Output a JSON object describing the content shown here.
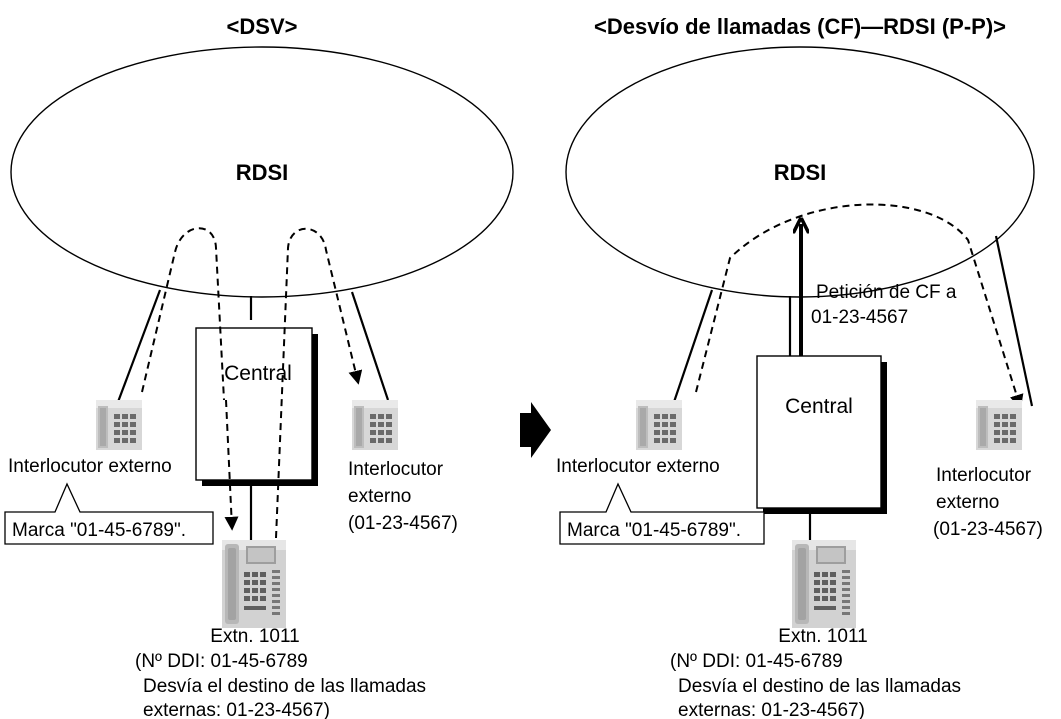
{
  "left": {
    "title": "<DSV>",
    "network": "RDSI",
    "pbx": "Central",
    "caller_label": "Interlocutor externo",
    "caller_action": "Marca \"01-45-6789\".",
    "dest_label_line1": "Interlocutor",
    "dest_label_line2": "externo",
    "dest_label_line3": "(01-23-4567)",
    "ext_line1": "Extn. 1011",
    "ext_line2": "(Nº DDI: 01-45-6789",
    "ext_line3": "Desvía el destino de las llamadas",
    "ext_line4": "externas: 01-23-4567)"
  },
  "right": {
    "title": "<Desvío de llamadas (CF)—RDSI (P-P)>",
    "network": "RDSI",
    "pbx": "Central",
    "request_line1": "Petición de CF a",
    "request_line2": "01-23-4567",
    "caller_label": "Interlocutor externo",
    "caller_action": "Marca \"01-45-6789\".",
    "dest_label_line1": "Interlocutor",
    "dest_label_line2": "externo",
    "dest_label_line3": "(01-23-4567)",
    "ext_line1": "Extn. 1011",
    "ext_line2": "(Nº DDI: 01-45-6789",
    "ext_line3": "Desvía el destino de las llamadas",
    "ext_line4": "externas: 01-23-4567)"
  },
  "icons": {
    "transition": "arrow-right-icon",
    "external_phone": "desk-phone-icon",
    "extension_phone": "proprietary-telephone-icon"
  }
}
